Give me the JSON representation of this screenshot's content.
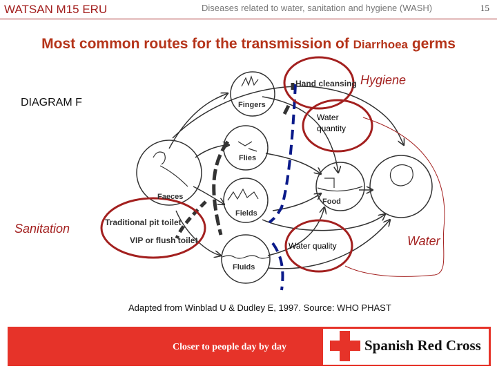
{
  "header": {
    "module": "WATSAN M15 ERU",
    "subject": "Diseases related to water, sanitation and hygiene (WASH)",
    "page_number": "15"
  },
  "title": {
    "main": "Most common routes for the transmission of ",
    "small": "Diarrhoea",
    "end": " germs"
  },
  "diagram": {
    "label": "DIAGRAM F",
    "nodes": {
      "faeces": "Faeces",
      "fingers": "Fingers",
      "flies": "Flies",
      "fields": "Fields",
      "fluids": "Fluids",
      "food": "Food"
    },
    "barriers": {
      "hand_cleansing": "Hand cleansing",
      "traditional_pit_toilet": "Traditional pit toilet",
      "vip_flush_toilet": "VIP or flush toilet",
      "water_quantity": "Water quantity",
      "water_quality": "Water quality"
    },
    "categories": {
      "hygiene": "Hygiene",
      "sanitation": "Sanitation",
      "water": "Water"
    },
    "colors": {
      "highlight_red": "#a3201f",
      "barrier_blue": "#0a1a8a",
      "line_gray": "#333333"
    }
  },
  "caption": "Adapted from Winblad U & Dudley E, 1997. Source: WHO PHAST",
  "footer": {
    "slogan": "Closer to people day by day",
    "organization": "Spanish Red Cross",
    "brand_color": "#e63329"
  }
}
